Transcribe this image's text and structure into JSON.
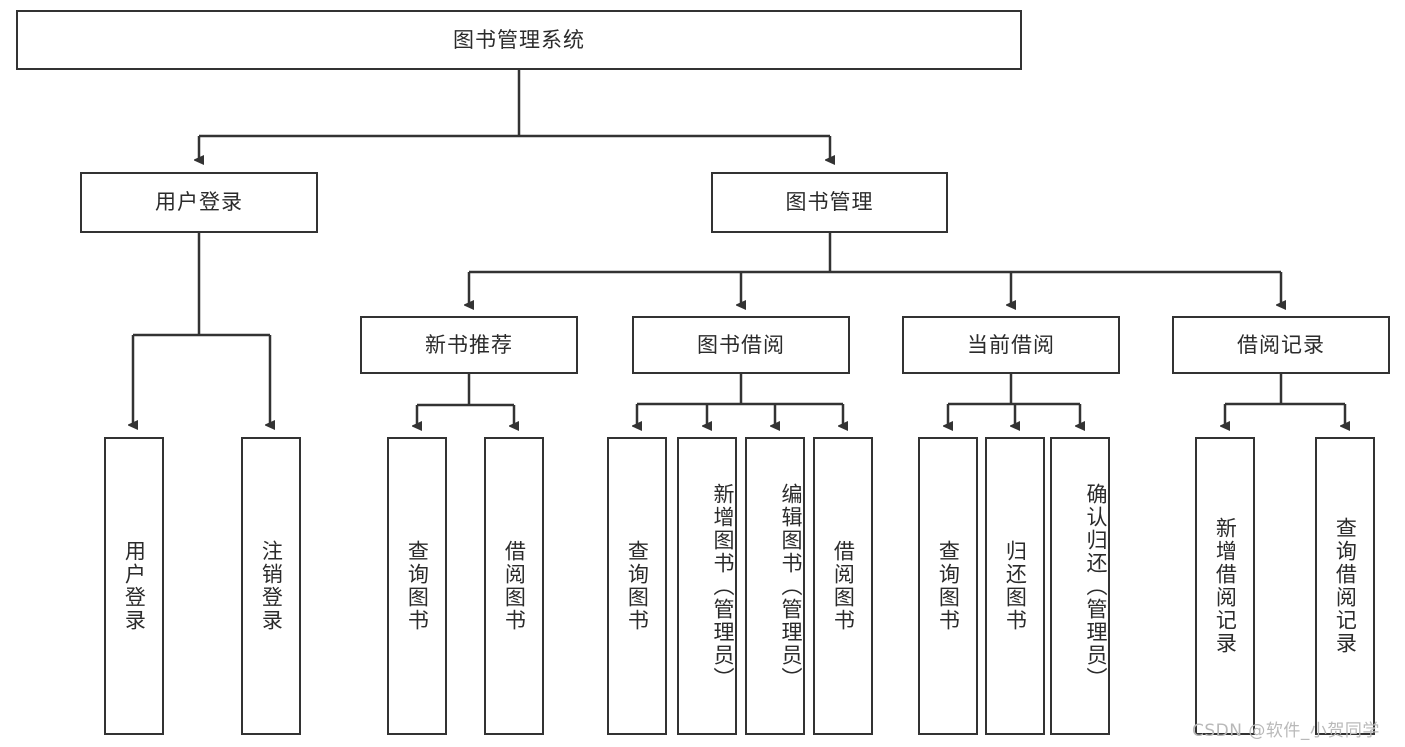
{
  "diagram": {
    "type": "tree",
    "title": "图书管理系统",
    "root": {
      "label": "图书管理系统"
    },
    "level2": [
      {
        "label": "用户登录"
      },
      {
        "label": "图书管理"
      }
    ],
    "level3": [
      {
        "label": "新书推荐"
      },
      {
        "label": "图书借阅"
      },
      {
        "label": "当前借阅"
      },
      {
        "label": "借阅记录"
      }
    ],
    "leaves": {
      "user_login": [
        {
          "label": "用户登录"
        },
        {
          "label": "注销登录"
        }
      ],
      "new_book_recommend": [
        {
          "label": "查询图书"
        },
        {
          "label": "借阅图书"
        }
      ],
      "book_borrow": [
        {
          "label": "查询图书"
        },
        {
          "label": "新增图书（管理员）"
        },
        {
          "label": "编辑图书（管理员）"
        },
        {
          "label": "借阅图书"
        }
      ],
      "current_borrow": [
        {
          "label": "查询图书"
        },
        {
          "label": "归还图书"
        },
        {
          "label": "确认归还（管理员）"
        }
      ],
      "borrow_record": [
        {
          "label": "新增借阅记录"
        },
        {
          "label": "查询借阅记录"
        }
      ]
    }
  },
  "watermark": {
    "text": "CSDN @软件_小贺同学"
  },
  "colors": {
    "stroke": "#333333",
    "box_fill": "#ffffff",
    "text": "#2b2b2b",
    "watermark": "#b9b9b9",
    "background": "#ffffff"
  }
}
